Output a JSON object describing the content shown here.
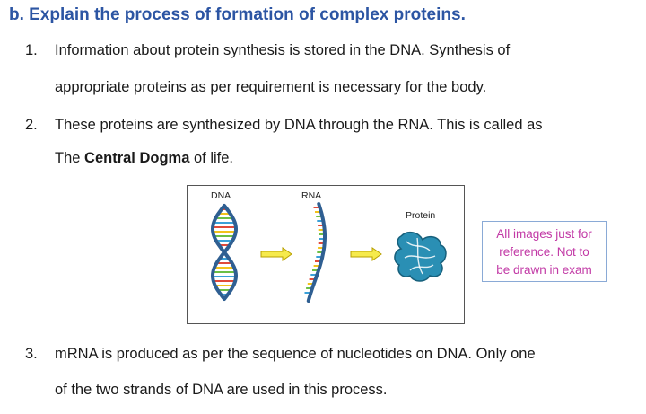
{
  "heading": "b. Explain the process of formation of complex proteins.",
  "points": [
    {
      "number": "1.",
      "line1": "Information about protein synthesis is stored in the DNA. Synthesis of",
      "line2": "appropriate proteins as per requirement is necessary for the body."
    },
    {
      "number": "2.",
      "line1": "These proteins are synthesized by DNA through the RNA. This is called as",
      "line2_pre": "The ",
      "line2_bold": "Central Dogma",
      "line2_post": " of life."
    },
    {
      "number": "3.",
      "line1": "mRNA is produced as per the sequence of nucleotides on DNA. Only one",
      "line2": "of the two strands of DNA are used in this process."
    }
  ],
  "figure": {
    "labels": {
      "dna": "DNA",
      "rna": "RNA",
      "protein": "Protein"
    },
    "colors": {
      "strand": "#2f5f92",
      "rung_colors": [
        "#e04a3a",
        "#f2c21b",
        "#6bbf45",
        "#3aa0d8"
      ],
      "protein": "#2a8fb4",
      "arrow_fill": "#f6ea4c",
      "arrow_stroke": "#b8a000"
    }
  },
  "note": {
    "line1": "All images just for",
    "line2": "reference. Not to",
    "line3": "be drawn in exam"
  }
}
